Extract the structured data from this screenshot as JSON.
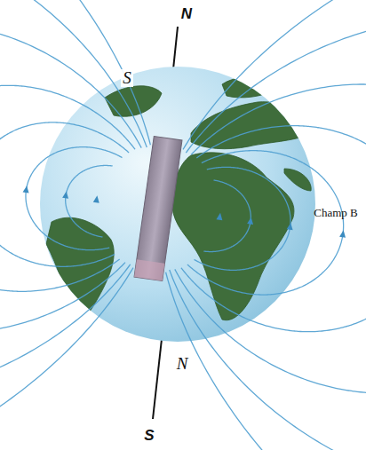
{
  "diagram": {
    "labels": [
      "N",
      "S",
      "Champ B",
      "N",
      "S"
    ]
  }
}
